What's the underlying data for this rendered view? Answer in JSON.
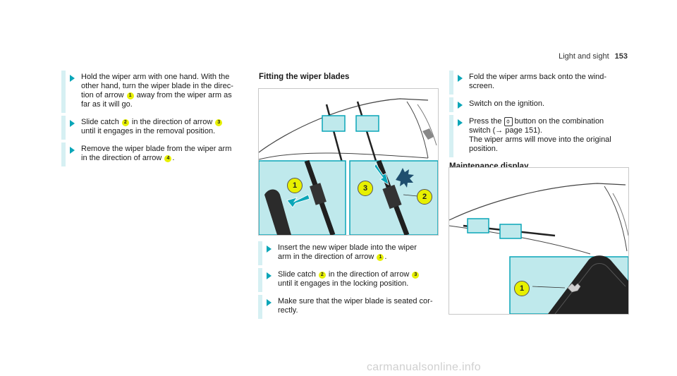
{
  "header": {
    "section": "Light and sight",
    "page": "153"
  },
  "left_steps": [
    {
      "parts": [
        "Hold the wiper arm with one hand. With the\nother hand, turn the wiper blade in the direc-\ntion of arrow ",
        "1",
        " away from the wiper arm as\nfar as it will go."
      ]
    },
    {
      "parts": [
        "Slide catch ",
        "2",
        " in the direction of arrow ",
        "3",
        "\nuntil it engages in the removal position."
      ]
    },
    {
      "parts": [
        "Remove the wiper blade from the wiper arm\nin the direction of arrow ",
        "4",
        "."
      ]
    }
  ],
  "middle": {
    "heading": "Fitting the wiper blades",
    "steps": [
      {
        "parts": [
          "Insert the new wiper blade into the wiper\narm in the direction of arrow ",
          "1",
          "."
        ]
      },
      {
        "parts": [
          "Slide catch ",
          "2",
          " in the direction of arrow ",
          "3",
          "\nuntil it engages in the locking position."
        ]
      },
      {
        "parts": [
          "Make sure that the wiper blade is seated cor-\nrectly."
        ]
      }
    ],
    "figure_callouts": [
      "1",
      "3",
      "2"
    ]
  },
  "right": {
    "steps": [
      {
        "parts": [
          "Fold the wiper arms back onto the wind-\nscreen."
        ]
      },
      {
        "parts": [
          "Switch on the ignition."
        ]
      },
      {
        "parts": [
          "Press the ",
          "⌽",
          " button on the combination\nswitch (→ page 151).\nThe wiper arms will move into the original\nposition."
        ]
      }
    ],
    "heading": "Maintenance display",
    "figure_callouts": [
      "1"
    ]
  },
  "footer": {
    "watermark": "carmanualsonline.info"
  },
  "colors": {
    "accent": "#0aa6b8",
    "callout": "#e7f000",
    "panel": "#bfe9ec",
    "step_bar": "#d6f0f3"
  }
}
